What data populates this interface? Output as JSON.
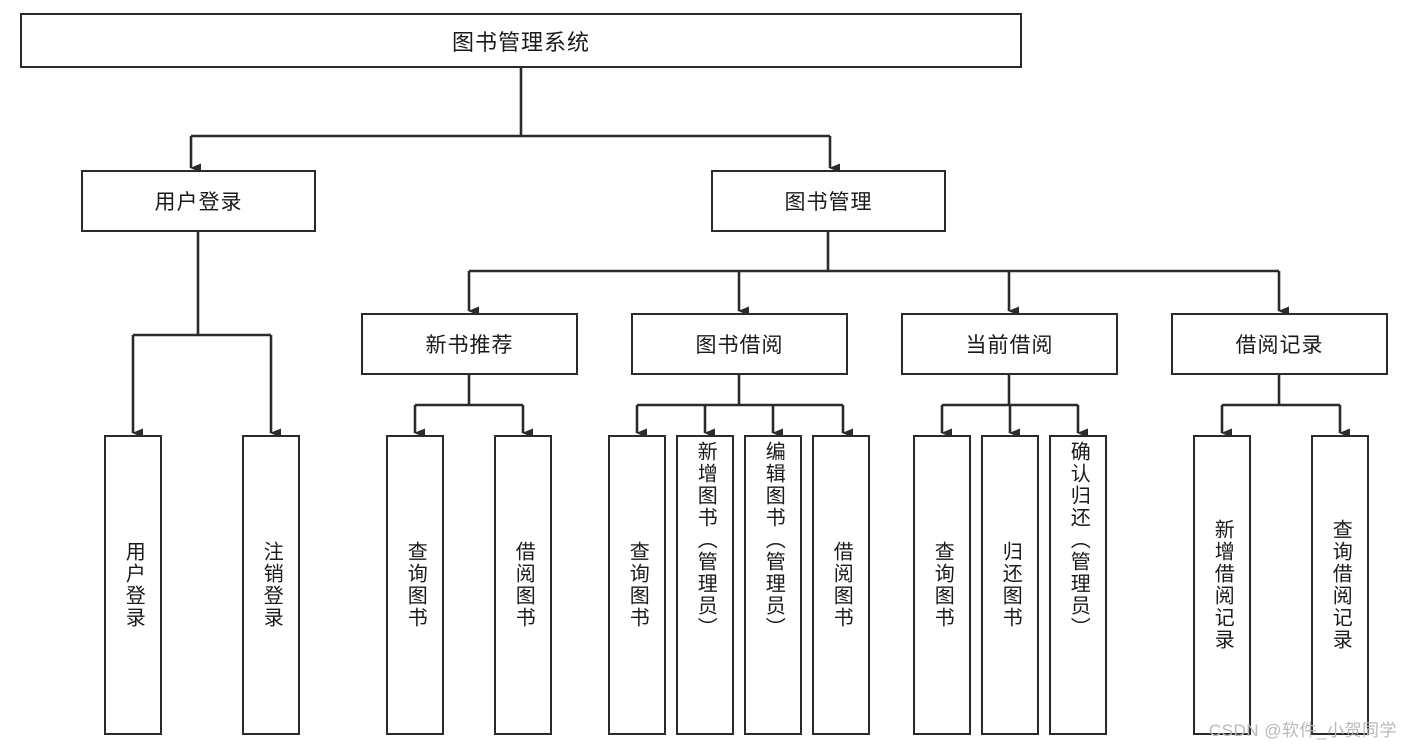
{
  "diagram": {
    "title": "图书管理系统",
    "type": "hierarchy-tree",
    "colors": {
      "stroke": "#2b2b2b",
      "fill": "#ffffff",
      "text": "#1a1a1a",
      "watermark": "#b9b9b9"
    },
    "root": {
      "label": "图书管理系统"
    },
    "level2": [
      {
        "label": "用户登录"
      },
      {
        "label": "图书管理"
      }
    ],
    "level3": [
      {
        "label": "新书推荐"
      },
      {
        "label": "图书借阅"
      },
      {
        "label": "当前借阅"
      },
      {
        "label": "借阅记录"
      }
    ],
    "leaves": {
      "user_login": [
        {
          "label": "用户登录"
        },
        {
          "label": "注销登录"
        }
      ],
      "new_book_recommend": [
        {
          "label": "查询图书"
        },
        {
          "label": "借阅图书"
        }
      ],
      "book_borrow": [
        {
          "label": "查询图书"
        },
        {
          "label": "新增图书（管理员）"
        },
        {
          "label": "编辑图书（管理员）"
        },
        {
          "label": "借阅图书"
        }
      ],
      "current_borrow": [
        {
          "label": "查询图书"
        },
        {
          "label": "归还图书"
        },
        {
          "label": "确认归还（管理员）"
        }
      ],
      "borrow_record": [
        {
          "label": "新增借阅记录"
        },
        {
          "label": "查询借阅记录"
        }
      ]
    },
    "watermark": "CSDN @软件_小贺同学"
  }
}
